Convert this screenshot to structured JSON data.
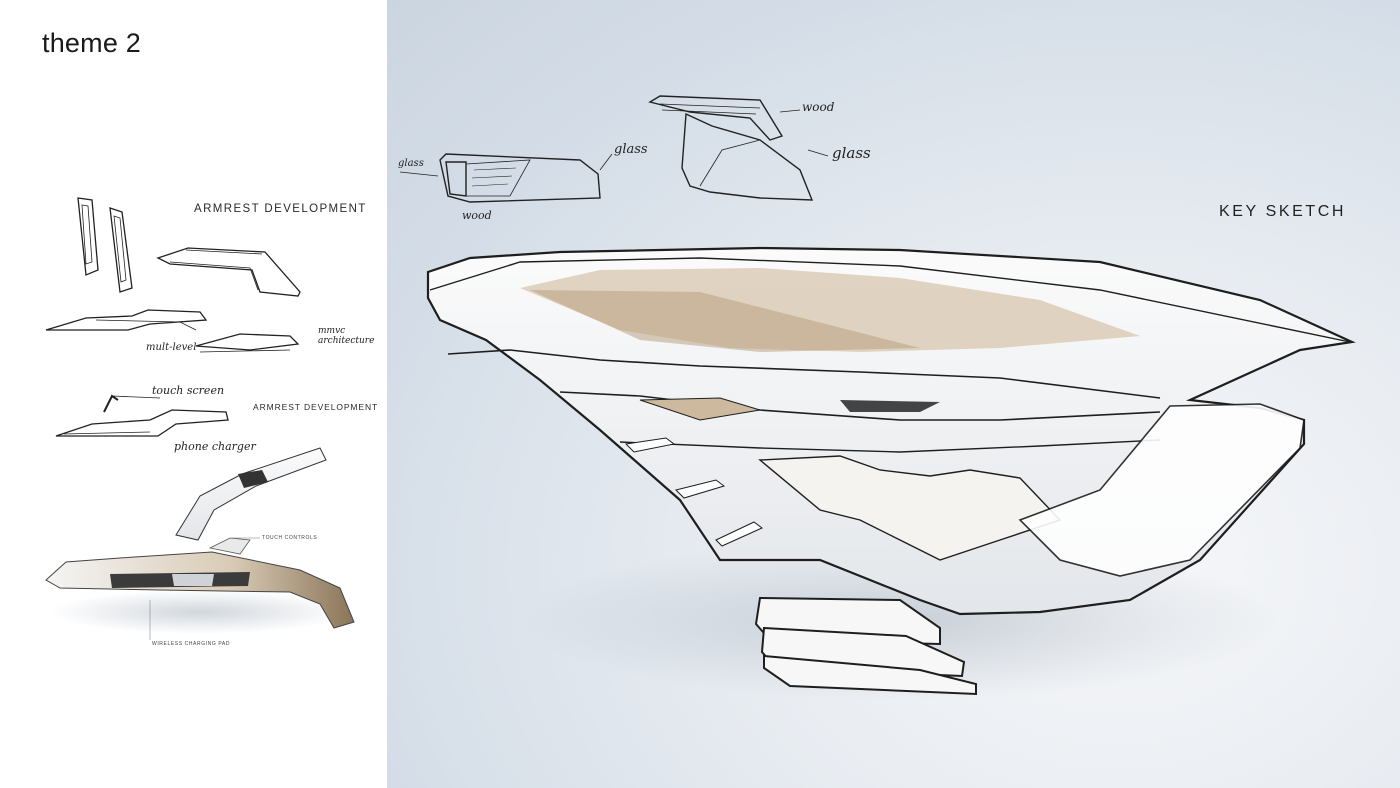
{
  "header": {
    "title": "theme 2"
  },
  "left_panel": {
    "armrest_caption_top": "ARMREST DEVELOPMENT",
    "armrest_caption_mid": "ARMREST DEVELOPMENT",
    "notes": {
      "multi_level": "mult-level",
      "modular_architecture": "mmvc architecture",
      "touch_screen": "touch screen",
      "phone_charger": "phone charger"
    },
    "render_labels": {
      "touch_controls": "TOUCH CONTROLS",
      "wireless_charging_pad": "WIRELESS CHARGING PAD"
    }
  },
  "right_panel": {
    "key_caption": "KEY SKETCH",
    "notes": {
      "glass_left_a": "glass",
      "wood_left": "wood",
      "glass_left_b": "glass",
      "wood_top": "wood",
      "glass_top": "glass"
    }
  },
  "colors": {
    "background_panel": "#d4dde7",
    "sketch_line": "#222222",
    "wood_tone": "#c8b497"
  }
}
